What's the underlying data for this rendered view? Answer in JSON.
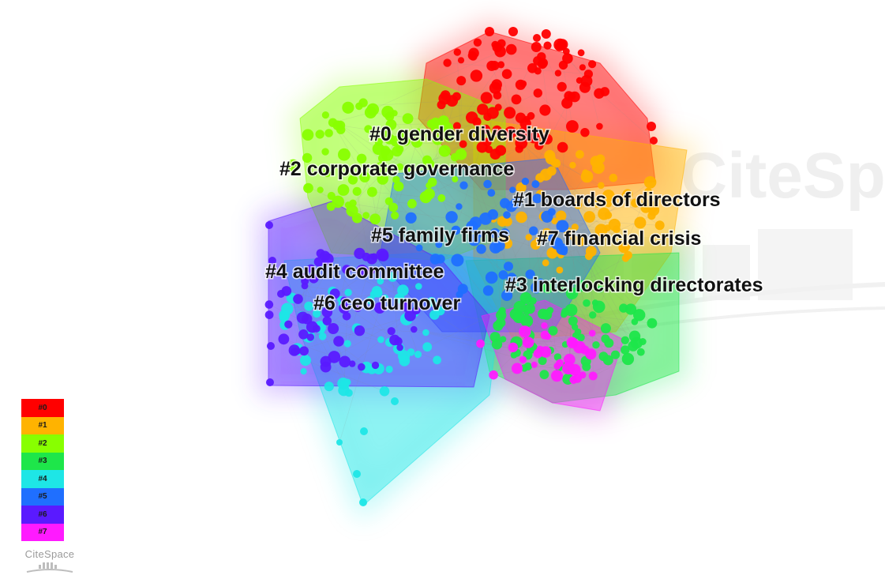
{
  "clusters": [
    {
      "id": "#0",
      "label": "#0 gender diversity",
      "color": "#ff0000"
    },
    {
      "id": "#1",
      "label": "#1 boards of directors",
      "color": "#ffb300"
    },
    {
      "id": "#2",
      "label": "#2 corporate governance",
      "color": "#88ff00"
    },
    {
      "id": "#3",
      "label": "#3 interlocking directorates",
      "color": "#1ee64a"
    },
    {
      "id": "#4",
      "label": "#4 audit committee",
      "color": "#1ee6e6"
    },
    {
      "id": "#5",
      "label": "#5 family firms",
      "color": "#1f6fff"
    },
    {
      "id": "#6",
      "label": "#6 ceo turnover",
      "color": "#5a1aff"
    },
    {
      "id": "#7",
      "label": "#7 financial crisis",
      "color": "#ff1aff"
    }
  ],
  "legend": [
    "#0",
    "#1",
    "#2",
    "#3",
    "#4",
    "#5",
    "#6",
    "#7"
  ],
  "watermark": "CiteSpace",
  "logo_text": "CiteSpace"
}
